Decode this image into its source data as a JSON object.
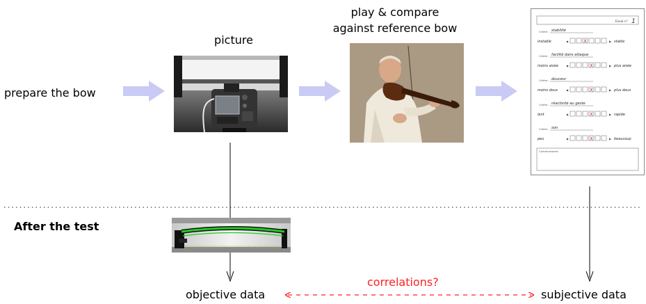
{
  "labels": {
    "prepare": "prepare the bow",
    "picture": "picture",
    "play_line1": "play & compare",
    "play_line2": "against reference bow",
    "after_test": "After the test",
    "objective": "objective data",
    "subjective": "subjective data",
    "correlations": "correlations?"
  },
  "form": {
    "header": "Essai n°",
    "essai_number": "1",
    "criteria": [
      {
        "label": "Critère :",
        "name": "stabilité",
        "left": "instable",
        "right": "stable",
        "checked": 2
      },
      {
        "label": "Critère :",
        "name": "facilité dans attaque",
        "left": "moins aisée",
        "right": "plus aisée",
        "checked": 3
      },
      {
        "label": "Critère :",
        "name": "douceur",
        "left": "moins doux",
        "right": "plus doux",
        "checked": 3
      },
      {
        "label": "Critère :",
        "name": "réactivité au geste",
        "left": "lent",
        "right": "rapide",
        "checked": 3
      },
      {
        "label": "Critère :",
        "name": "son",
        "left": "peu",
        "right": "beaucoup",
        "checked": 3
      }
    ],
    "comments_label": "Commentaires"
  },
  "colors": {
    "arrow_fill": "#c9cbf5",
    "correlation": "#ff2020",
    "bow_green": "#22cc22"
  }
}
